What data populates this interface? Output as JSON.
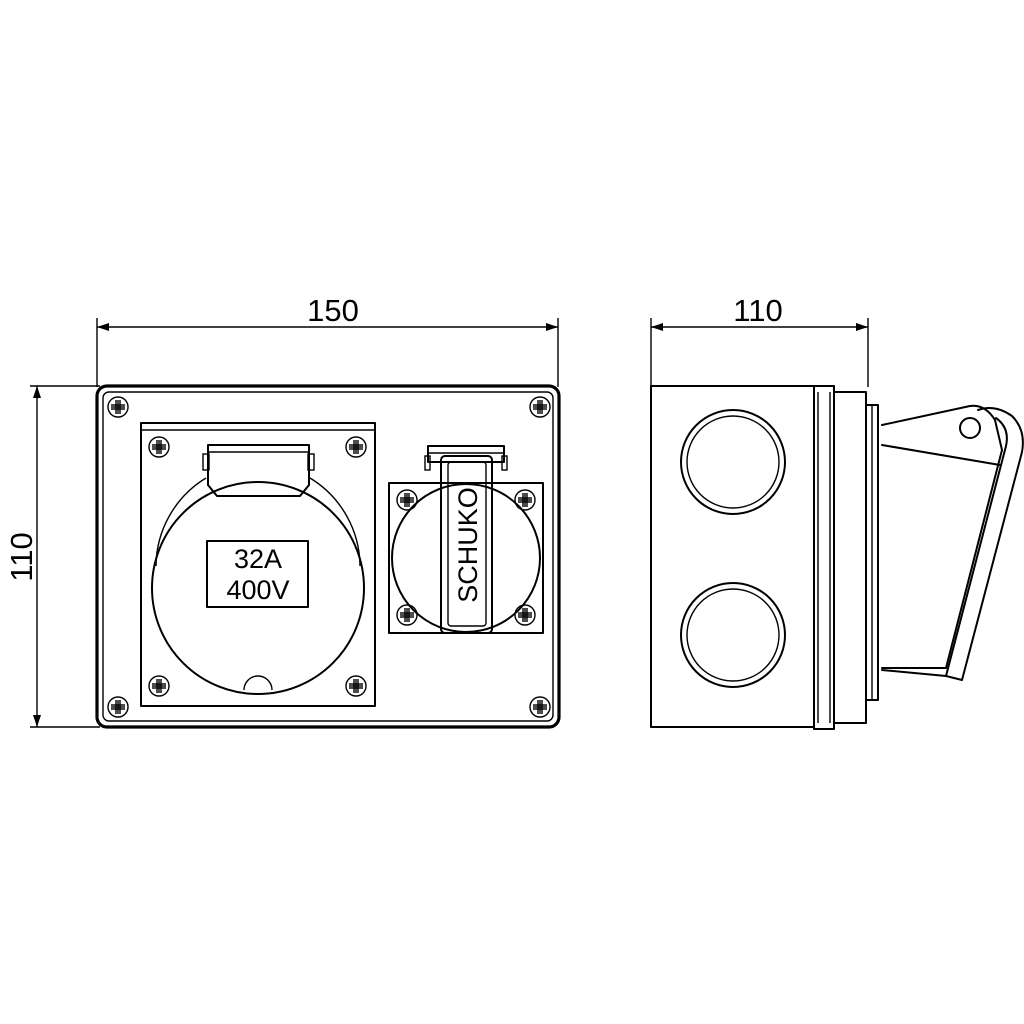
{
  "dimensions": {
    "front_width": "150",
    "front_height": "110",
    "side_depth": "110"
  },
  "socket_32a": {
    "line1": "32A",
    "line2": "400V"
  },
  "schuko": {
    "label": "SCHUKO"
  }
}
